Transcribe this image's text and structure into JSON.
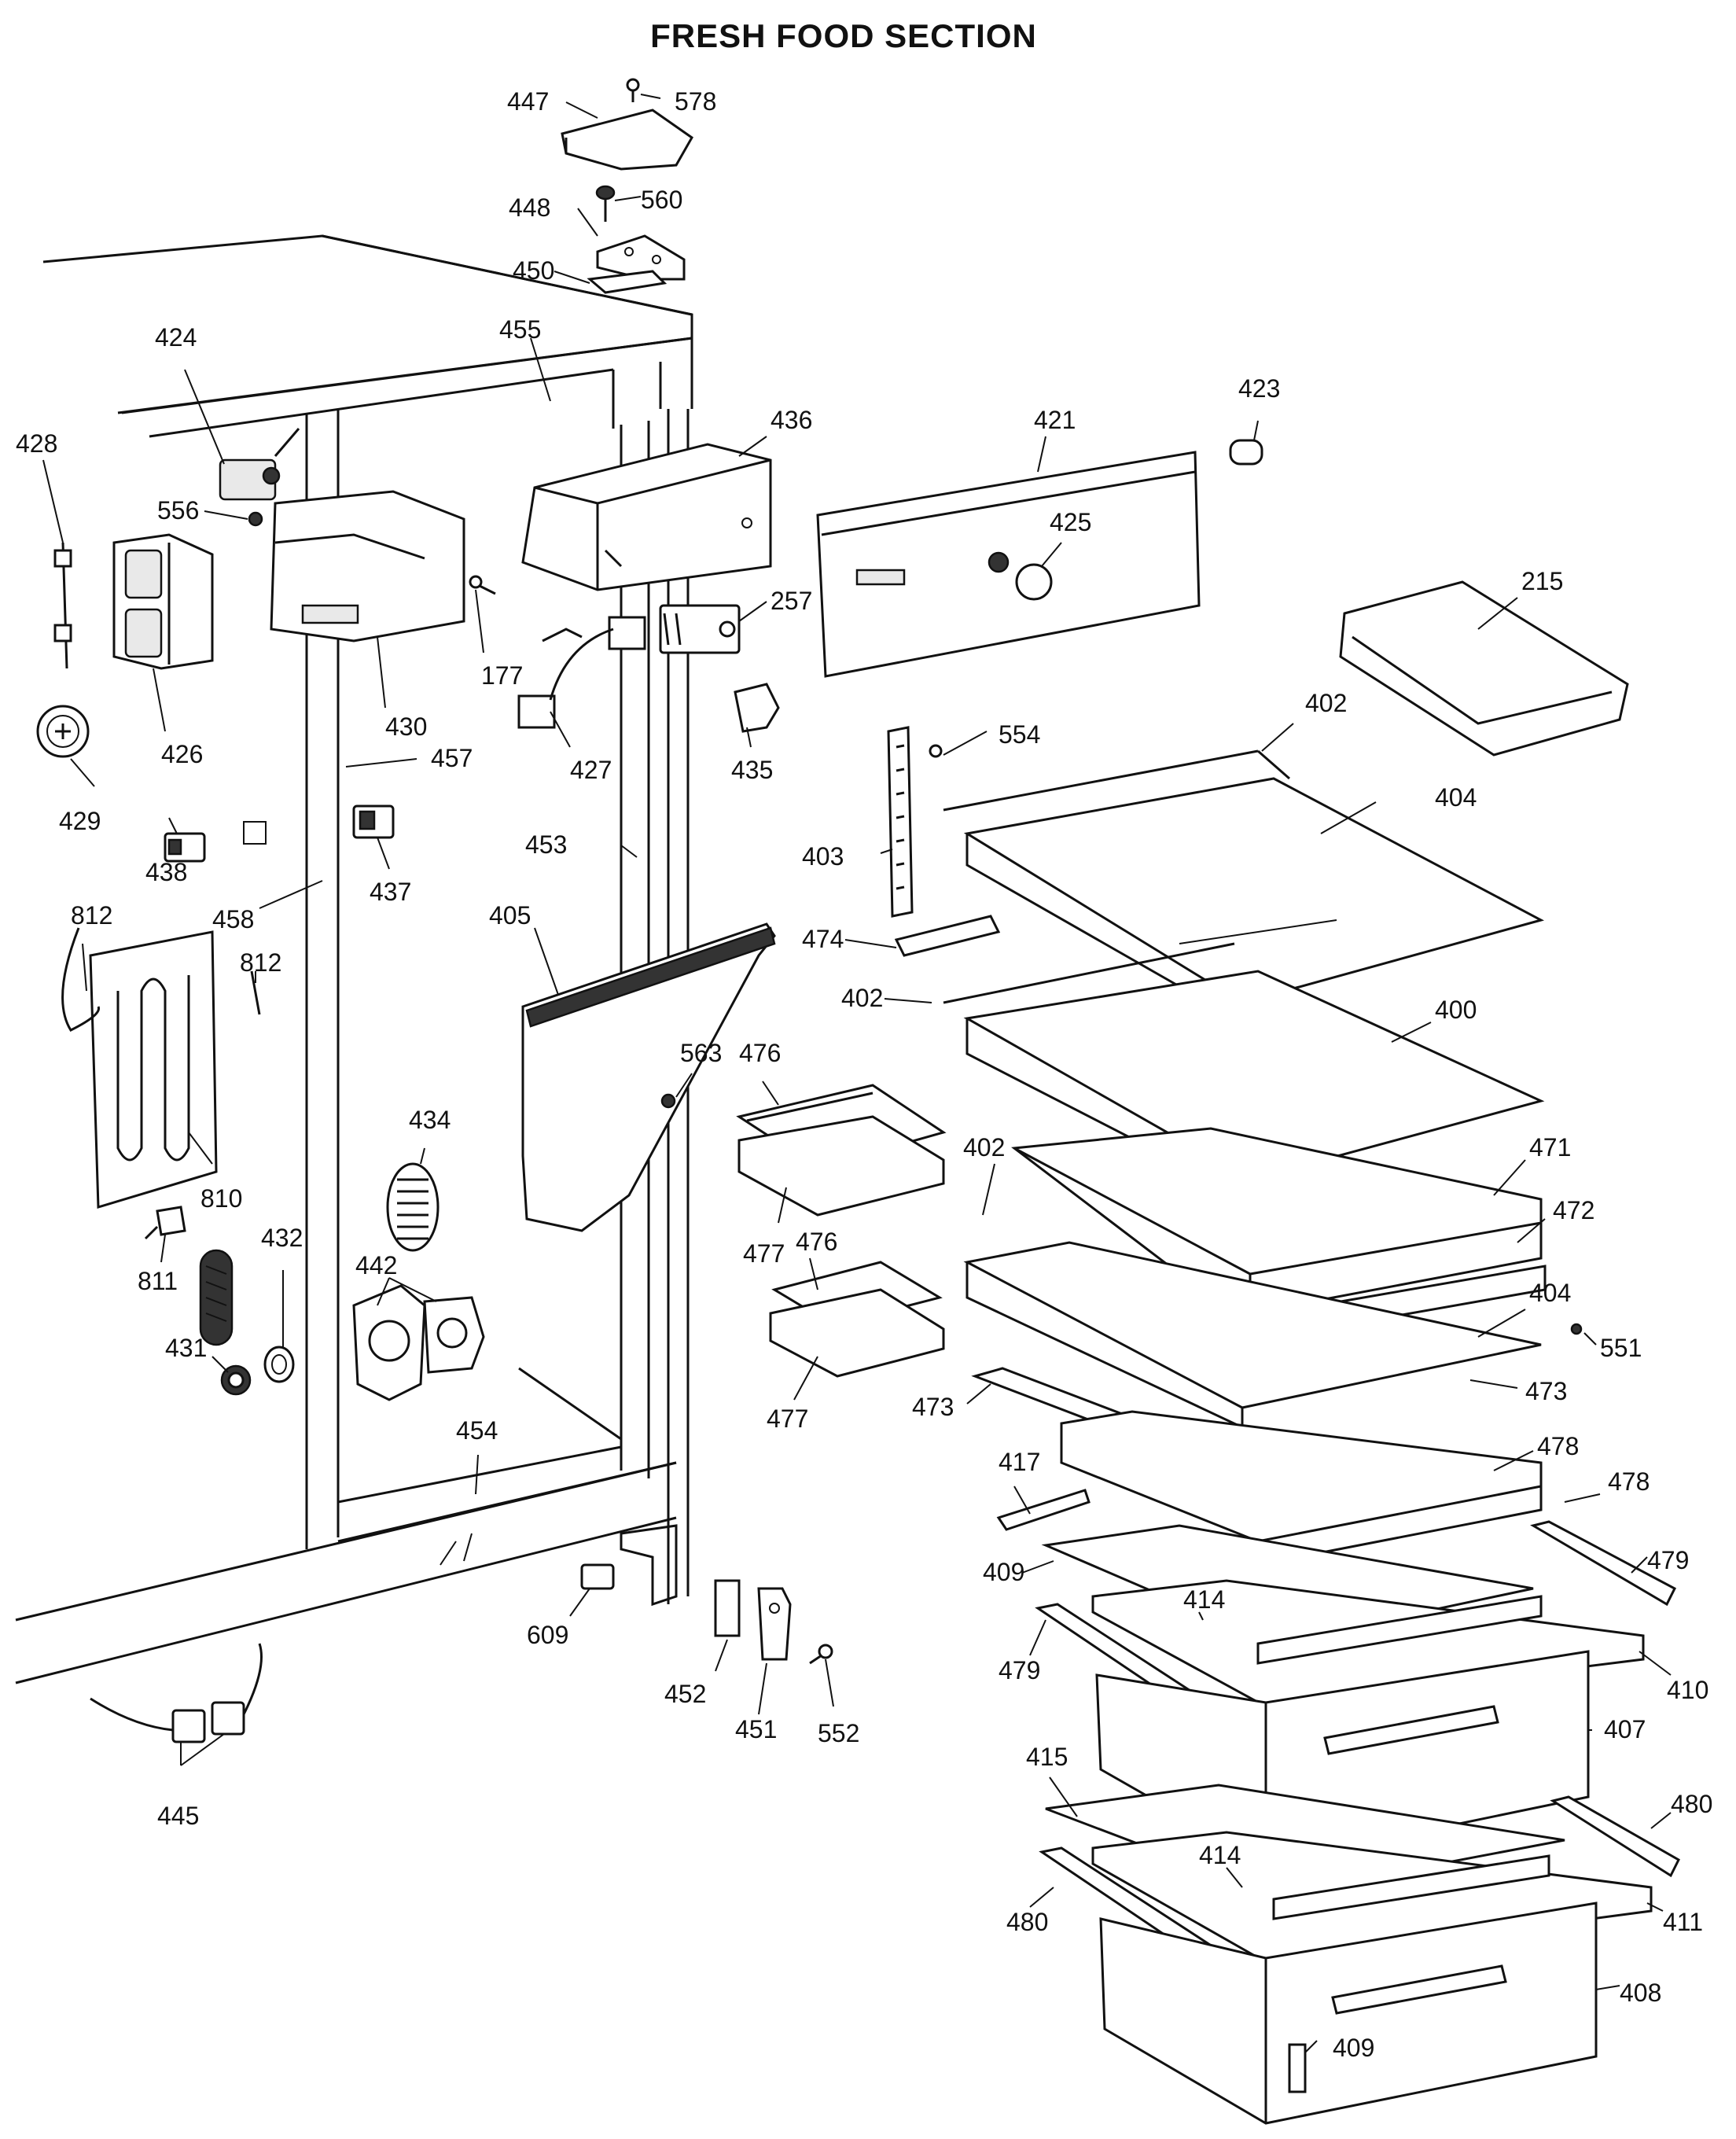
{
  "title": "FRESH FOOD SECTION",
  "part_numbers": {
    "p447": "447",
    "p578": "578",
    "p448": "448",
    "p560": "560",
    "p450": "450",
    "p455": "455",
    "p424": "424",
    "p428": "428",
    "p556": "556",
    "p426": "426",
    "p430": "430",
    "p177": "177",
    "p457": "457",
    "p436": "436",
    "p427": "427",
    "p257": "257",
    "p435": "435",
    "p421": "421",
    "p423": "423",
    "p425": "425",
    "p215": "215",
    "p429": "429",
    "p438": "438",
    "p458": "458",
    "p437": "437",
    "p453": "453",
    "p402a": "402",
    "p554": "554",
    "p404a": "404",
    "p403": "403",
    "p474": "474",
    "p402b": "402",
    "p400": "400",
    "p812a": "812",
    "p812b": "812",
    "p405": "405",
    "p563": "563",
    "p476a": "476",
    "p434": "434",
    "p810": "810",
    "p811": "811",
    "p432": "432",
    "p442": "442",
    "p431": "431",
    "p477a": "477",
    "p476b": "476",
    "p402c": "402",
    "p471": "471",
    "p472": "472",
    "p404b": "404",
    "p551": "551",
    "p477b": "477",
    "p473a": "473",
    "p473b": "473",
    "p454": "454",
    "p417": "417",
    "p478a": "478",
    "p478b": "478",
    "p479a": "479",
    "p409a": "409",
    "p609": "609",
    "p414a": "414",
    "p479b": "479",
    "p410": "410",
    "p452": "452",
    "p451": "451",
    "p552": "552",
    "p407": "407",
    "p415": "415",
    "p480a": "480",
    "p445": "445",
    "p414b": "414",
    "p480b": "480",
    "p411": "411",
    "p408": "408",
    "p409b": "409"
  }
}
